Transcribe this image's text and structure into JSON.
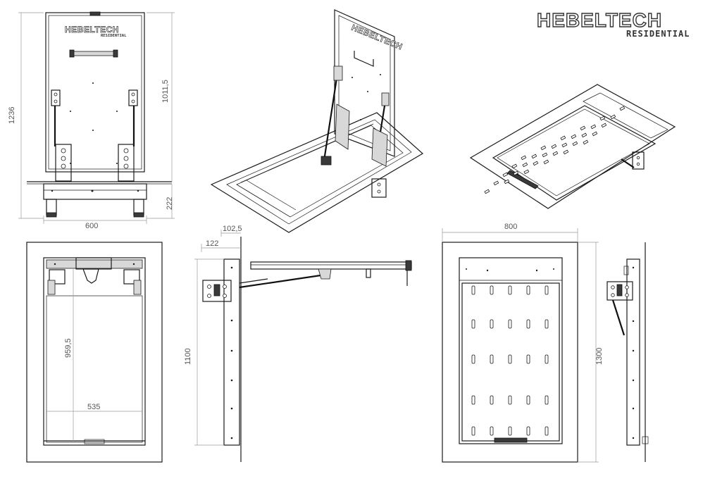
{
  "brand": {
    "name": "HEBELTECH",
    "tagline": "RESIDENTIAL"
  },
  "dimensions": {
    "front_height": "1236",
    "front_lid_height": "1011,5",
    "front_frame_depth": "222",
    "front_width": "600",
    "plan_inner_height": "959,5",
    "plan_inner_width": "535",
    "side_offset_large": "102,5",
    "side_offset_small": "122",
    "side_height": "1100",
    "plate_width": "800",
    "plate_height": "1300"
  }
}
